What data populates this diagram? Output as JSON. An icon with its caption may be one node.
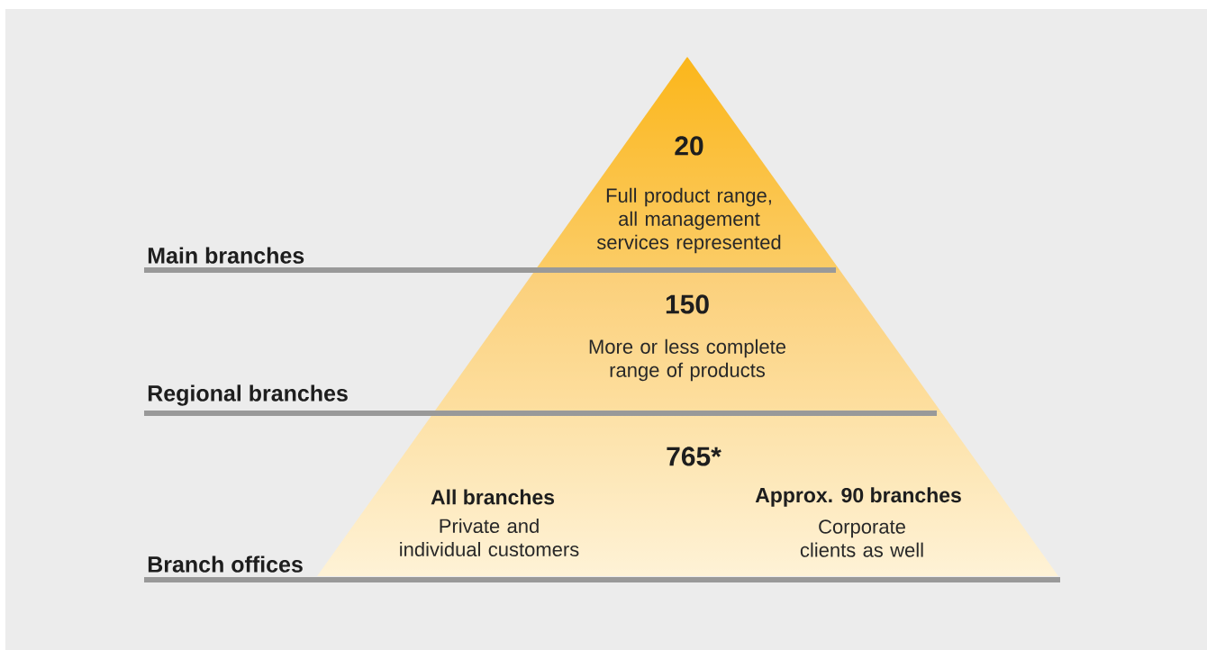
{
  "diagram": {
    "nodes": [
      {
        "text": [
          "20",
          "Full product range, all management services represented"
        ]
      },
      {
        "text": [
          "150",
          "More or less complete range of products"
        ]
      },
      {
        "text": [
          "765*",
          "All branches",
          "Private and individual customers",
          "Approx. 90 branches",
          "Corporate clients as well"
        ]
      }
    ],
    "labels": [
      "Main branches",
      "Regional branches",
      "Branch offices"
    ]
  }
}
